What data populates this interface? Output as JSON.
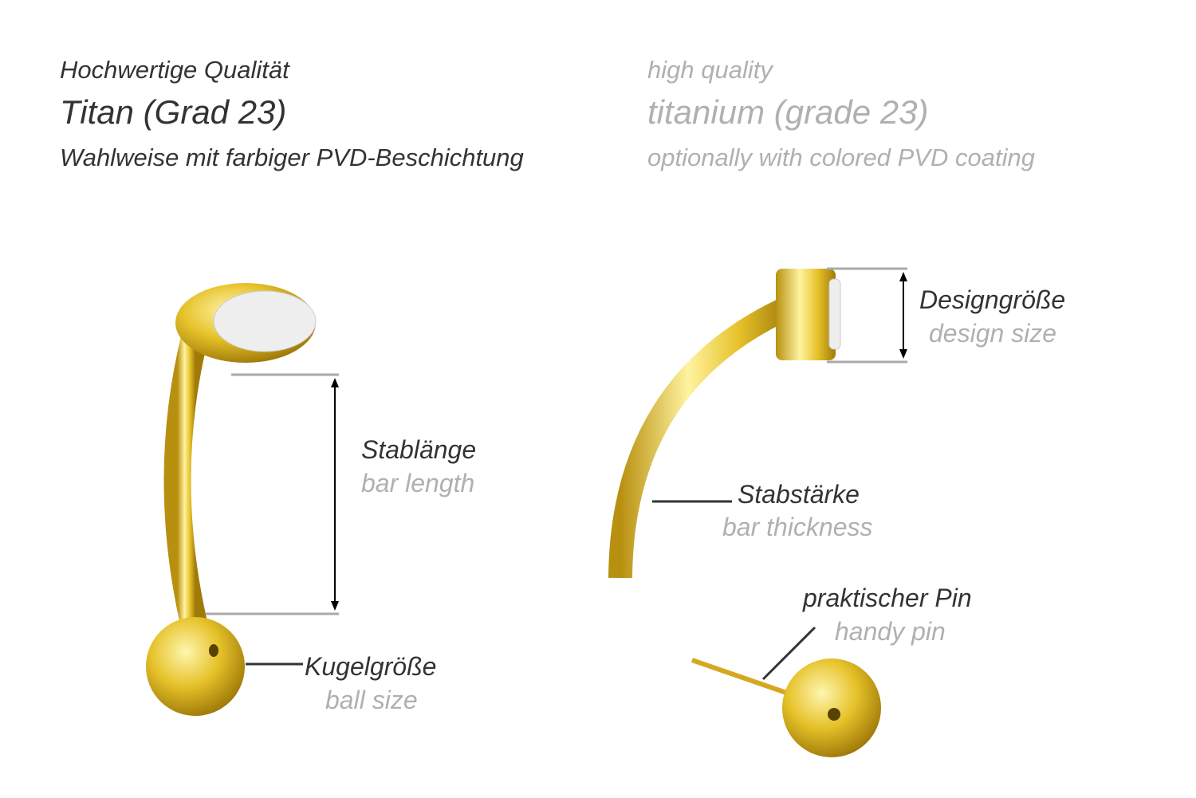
{
  "header": {
    "de": {
      "line1": "Hochwertige Qualität",
      "line2": "Titan (Grad 23)",
      "line3": "Wahlweise mit farbiger PVD-Beschichtung"
    },
    "en": {
      "line1": "high quality",
      "line2": "titanium (grade 23)",
      "line3": "optionally with colored PVD coating"
    }
  },
  "labels": {
    "bar_length": {
      "de": "Stablänge",
      "en": "bar length"
    },
    "ball_size": {
      "de": "Kugelgröße",
      "en": "ball size"
    },
    "design_size": {
      "de": "Designgröße",
      "en": "design size"
    },
    "bar_thickness": {
      "de": "Stabstärke",
      "en": "bar thickness"
    },
    "handy_pin": {
      "de": "praktischer Pin",
      "en": "handy pin"
    }
  },
  "colors": {
    "dark_text": "#333333",
    "light_text": "#b0b0b0",
    "gold": "#e6c22a",
    "gold_dark": "#b8900f"
  }
}
